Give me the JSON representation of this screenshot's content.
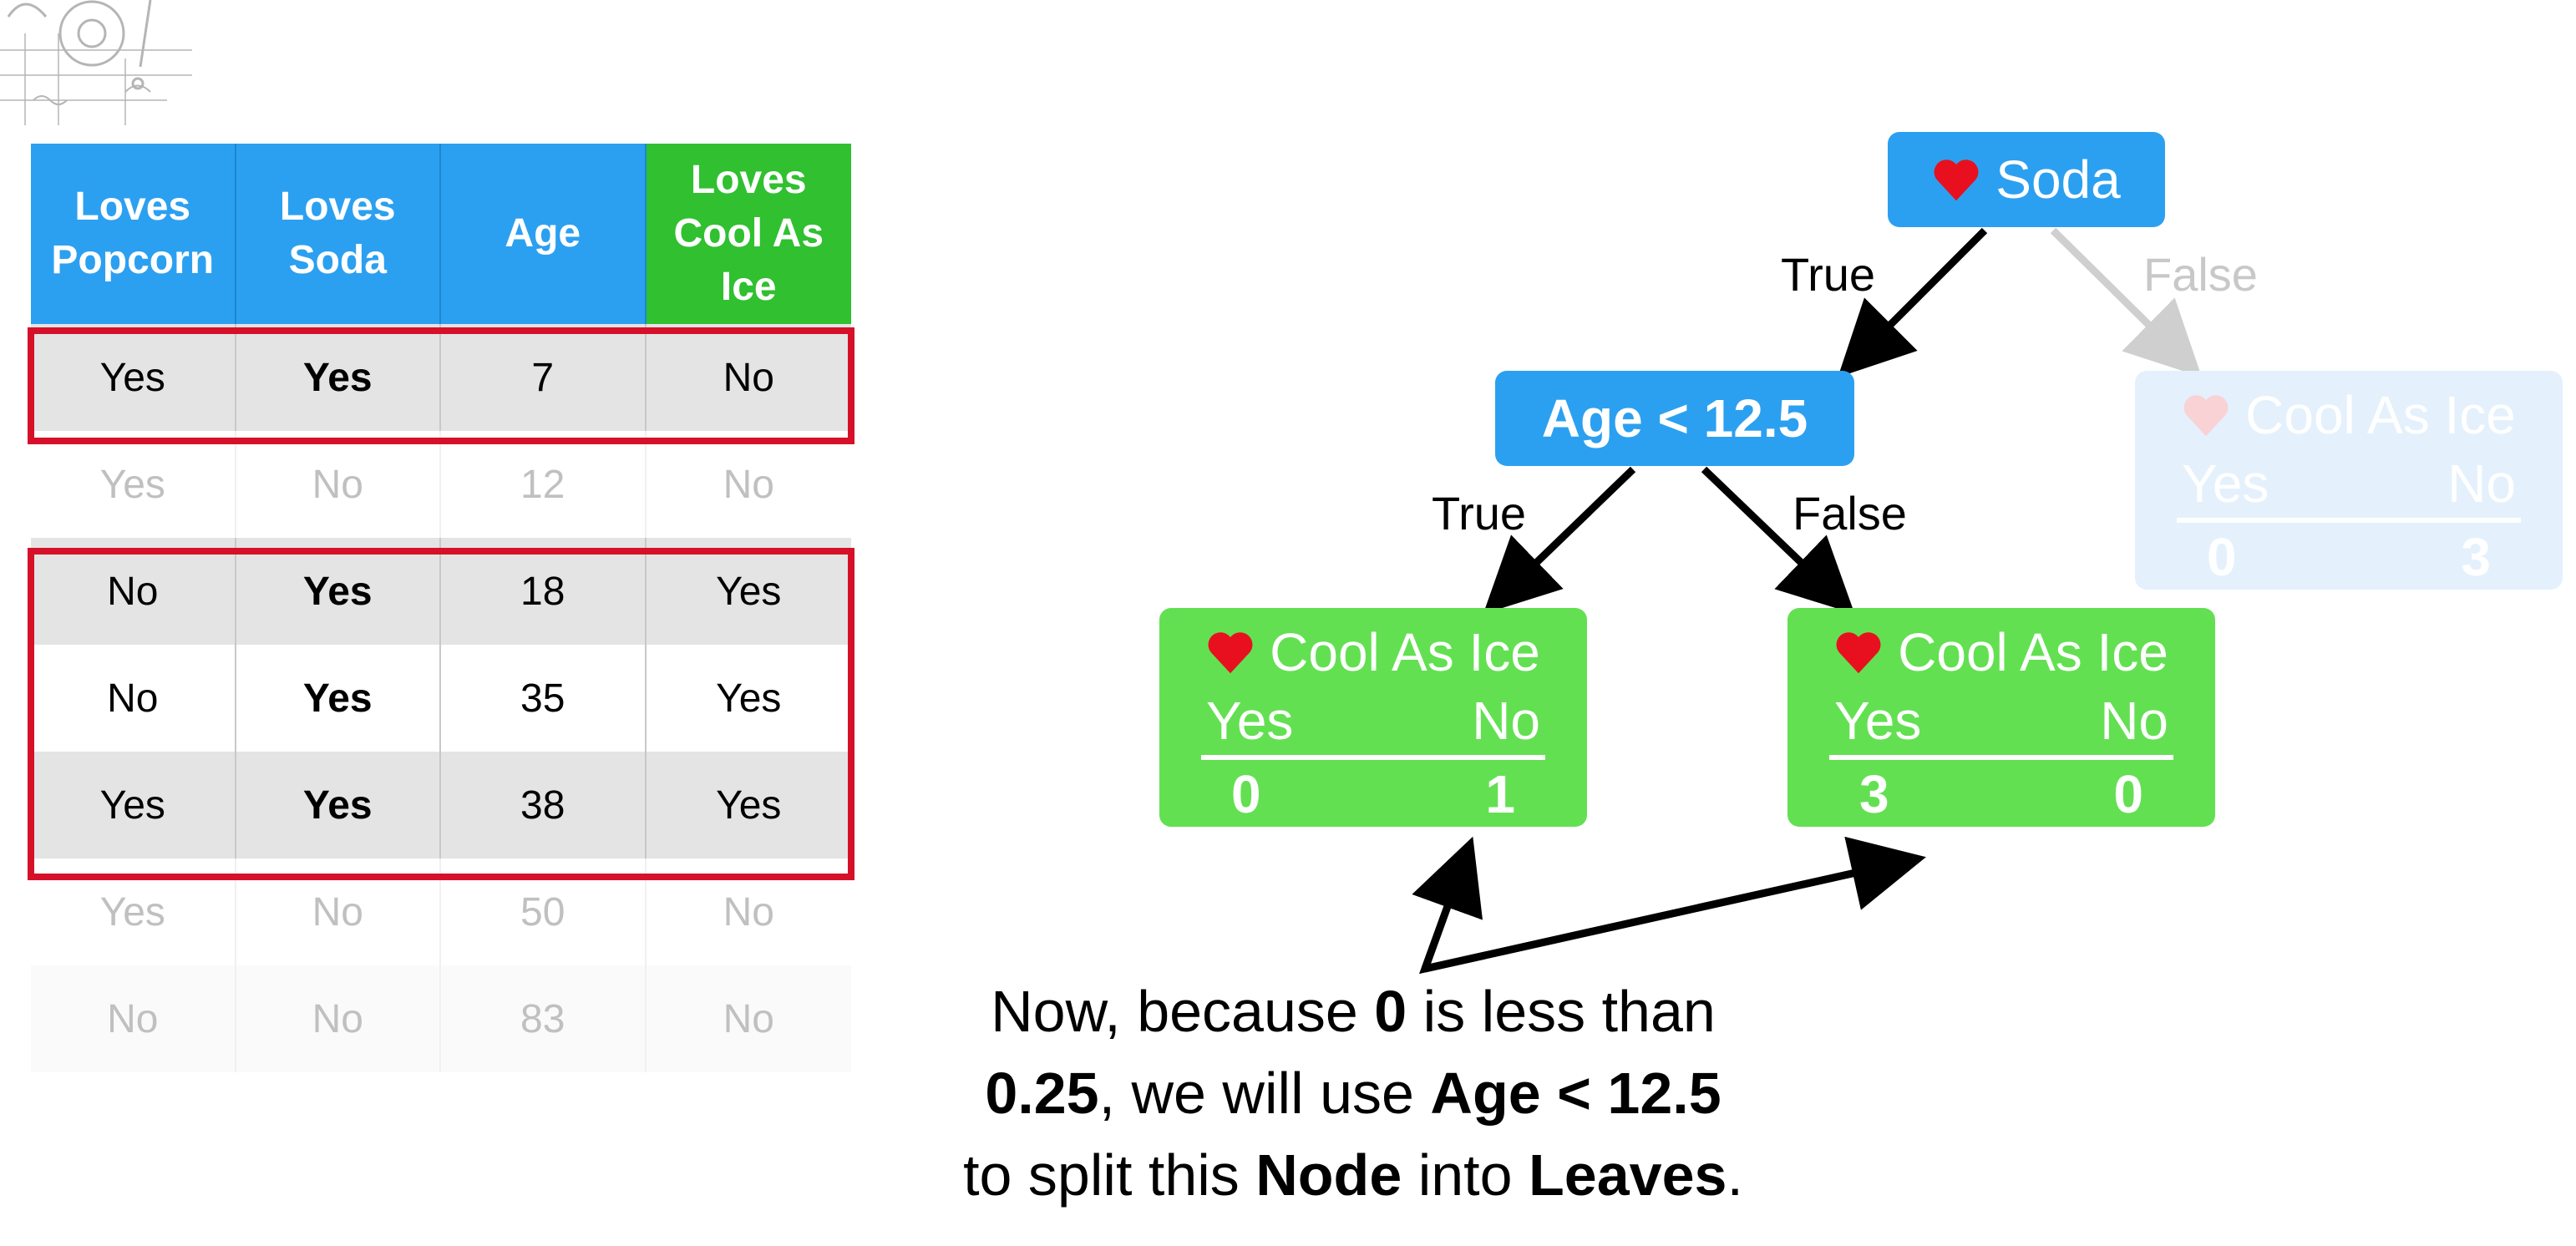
{
  "table": {
    "headers": [
      "Loves Popcorn",
      "Loves Soda",
      "Age",
      "Loves Cool As Ice"
    ],
    "rows": [
      [
        "Yes",
        "Yes",
        "7",
        "No"
      ],
      [
        "Yes",
        "No",
        "12",
        "No"
      ],
      [
        "No",
        "Yes",
        "18",
        "Yes"
      ],
      [
        "No",
        "Yes",
        "35",
        "Yes"
      ],
      [
        "Yes",
        "Yes",
        "38",
        "Yes"
      ],
      [
        "Yes",
        "No",
        "50",
        "No"
      ],
      [
        "No",
        "No",
        "83",
        "No"
      ]
    ]
  },
  "tree": {
    "root_label": "Soda",
    "root_true": "True",
    "root_false": "False",
    "age_label": "Age < 12.5",
    "age_true": "True",
    "age_false": "False",
    "leaf_left": {
      "title": "Cool As Ice",
      "yes": "Yes",
      "no": "No",
      "yes_count": "0",
      "no_count": "1"
    },
    "leaf_mid": {
      "title": "Cool As Ice",
      "yes": "Yes",
      "no": "No",
      "yes_count": "3",
      "no_count": "0"
    },
    "leaf_right": {
      "title": "Cool As Ice",
      "yes": "Yes",
      "no": "No",
      "yes_count": "0",
      "no_count": "3"
    }
  },
  "caption": {
    "l1_a": "Now, because ",
    "l1_b": "0",
    "l1_c": " is less than",
    "l2_a": "0.25",
    "l2_b": ", we will use ",
    "l2_c": "Age < 12.5",
    "l3_a": "to split this ",
    "l3_b": "Node",
    "l3_c": " into ",
    "l3_d": "Leaves",
    "l3_e": "."
  },
  "colors": {
    "header_blue": "#2ca0f0",
    "header_green": "#30c030",
    "leaf_green": "#63e052",
    "highlight_red": "#d7102a",
    "heart_red": "#e8101e"
  },
  "icons": [
    "logo-sketch-icon",
    "heart-icon"
  ]
}
